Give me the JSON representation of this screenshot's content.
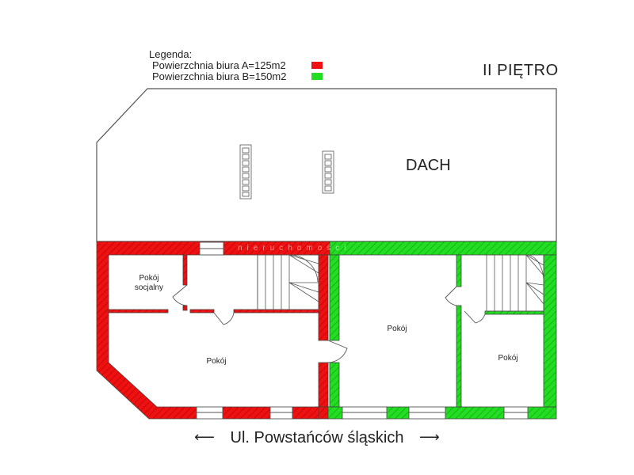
{
  "legend": {
    "title": "Legenda:",
    "items": [
      {
        "label": "Powierzchnia biura A=125m2",
        "color": "#ee1111"
      },
      {
        "label": "Powierzchnia biura B=150m2",
        "color": "#22dd22"
      }
    ]
  },
  "floor_label": "II PIĘTRO",
  "roof_label": "DACH",
  "rooms": {
    "social_line1": "Pokój",
    "social_line2": "socjalny",
    "office_a_room": "Pokój",
    "office_b_room_1": "Pokój",
    "office_b_room_2": "Pokój"
  },
  "street": {
    "name": "Ul. Powstańców śląskich",
    "left_arrow": "⟵",
    "right_arrow": "⟶"
  },
  "watermark": "nieruchomości",
  "colors": {
    "office_a": "#ee1111",
    "office_b": "#22dd22",
    "line": "#444444"
  }
}
